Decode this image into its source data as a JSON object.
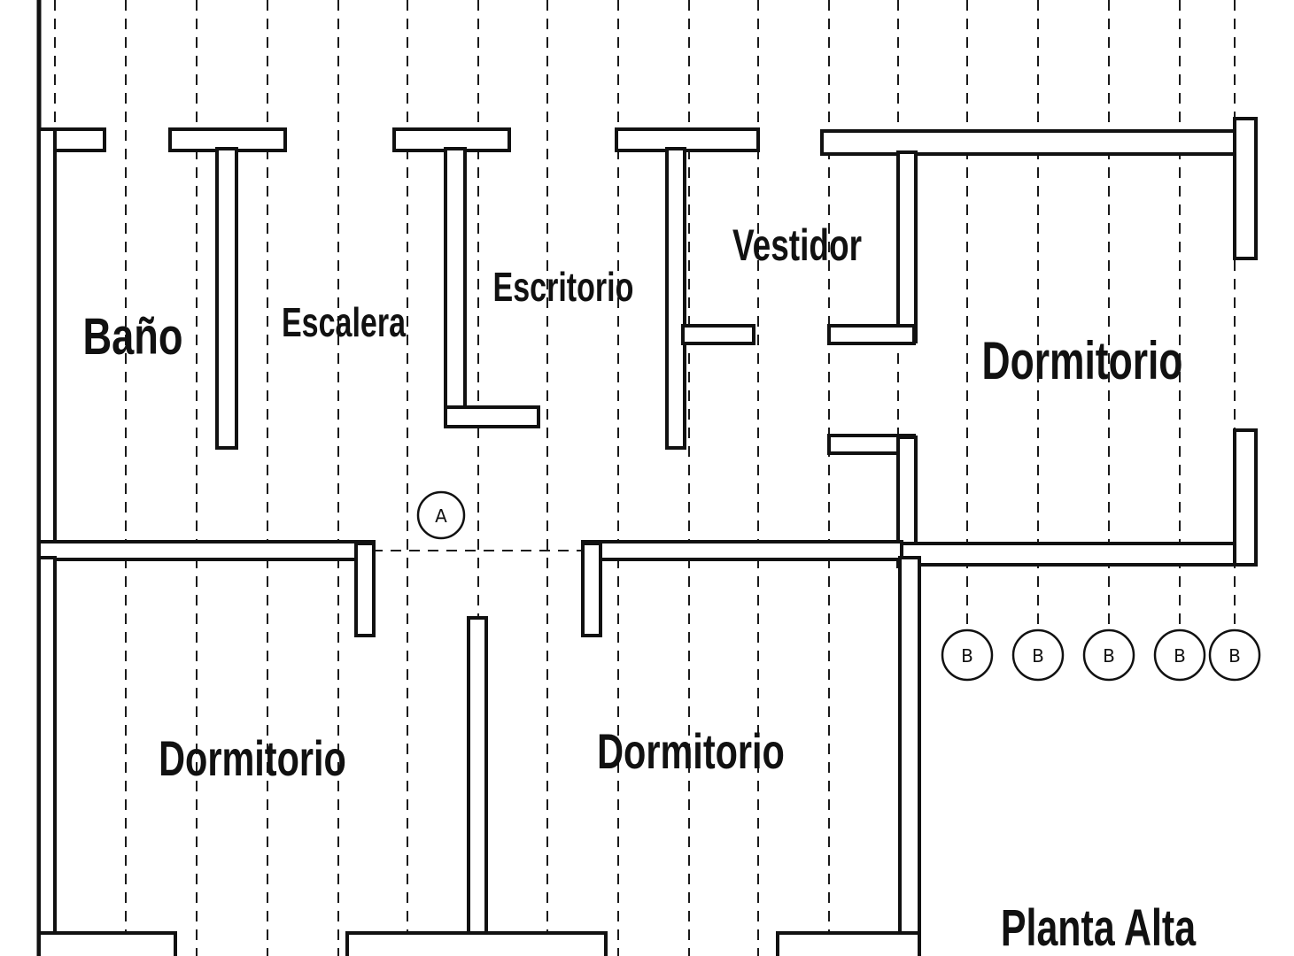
{
  "plan": {
    "title": "Planta Alta",
    "rooms": {
      "bano": "Baño",
      "escalera": "Escalera",
      "escritorio": "Escritorio",
      "vestidor": "Vestidor",
      "dormitorio_east": "Dormitorio",
      "dormitorio_southwest": "Dormitorio",
      "dormitorio_south": "Dormitorio"
    },
    "axis_markers": {
      "a": "A",
      "b": [
        "B",
        "B",
        "B",
        "B",
        "B"
      ]
    }
  }
}
